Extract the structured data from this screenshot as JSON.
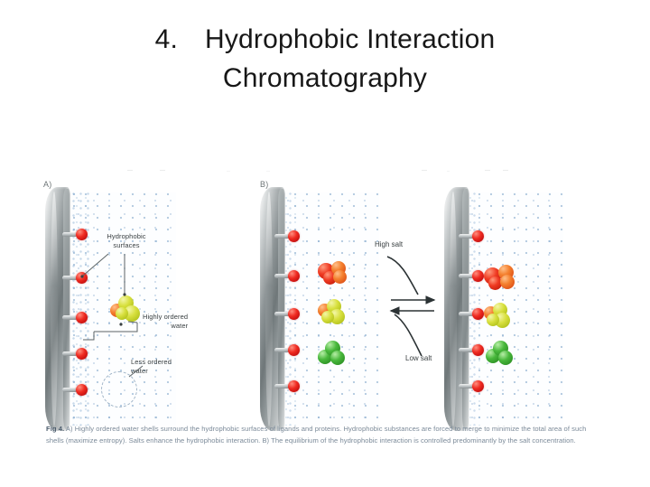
{
  "slide": {
    "title_number": "4.",
    "title_line1": "Hydrophobic Interaction",
    "title_line2": "Chromatography"
  },
  "figure": {
    "panel_a_label": "A)",
    "panel_b_label": "B)",
    "annotations": {
      "hydrophobic_surfaces_line1": "Hydrophobic",
      "hydrophobic_surfaces_line2": "surfaces",
      "highly_ordered_water_line1": "Highly ordered",
      "highly_ordered_water_line2": "water",
      "less_ordered_water_line1": "Less ordered",
      "less_ordered_water_line2": "water",
      "high_salt": "High salt",
      "low_salt": "Low salt"
    },
    "colors": {
      "ligand_red": "#ef2b21",
      "protein_orange": "#f4802e",
      "protein_red": "#ef3a22",
      "protein_yellow": "#d8e03e",
      "protein_green": "#49b83c",
      "resin_grey": "#8d9496",
      "water_blue": "#78a0c8",
      "caption_grey": "#7b8a99"
    }
  },
  "caption": {
    "prefix": "Fig 4.",
    "text": " A) Highly ordered water shells surround the hydrophobic surfaces of ligands and proteins. Hydrophobic substances are forced to merge to minimize the total area of such shells (maximize entropy). Salts enhance the hydrophobic interaction. B) The equilibrium of the hydrophobic interaction is controlled predominantly by the salt concentration."
  }
}
